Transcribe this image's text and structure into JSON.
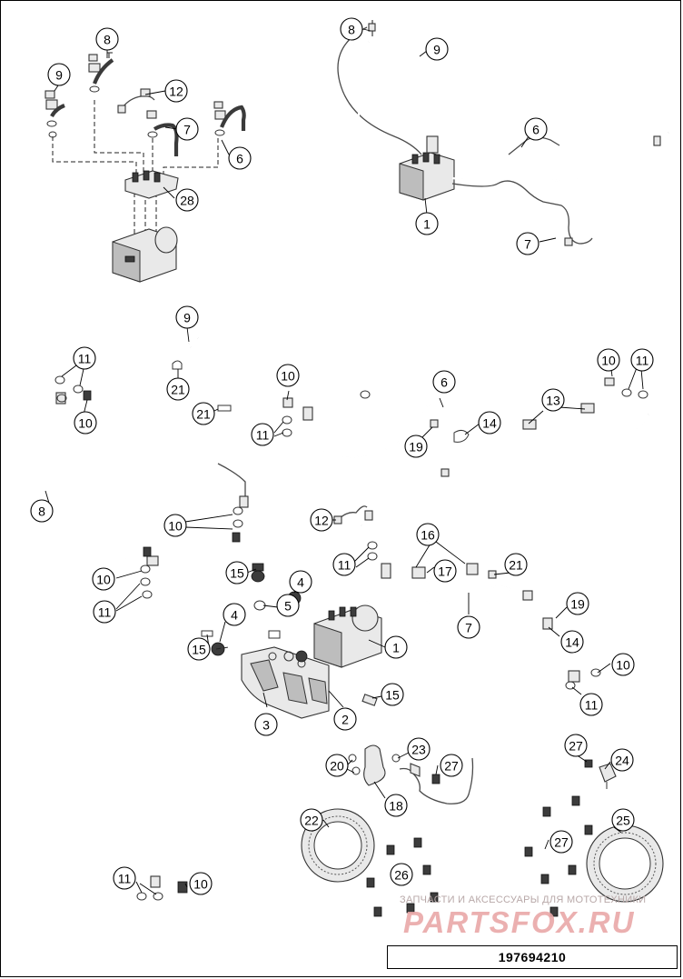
{
  "diagram": {
    "callouts": [
      {
        "id": "c-top-8",
        "label": "8"
      },
      {
        "id": "c-top-9",
        "label": "9"
      },
      {
        "id": "c-top-12",
        "label": "12"
      },
      {
        "id": "c-top-7",
        "label": "7"
      },
      {
        "id": "c-top-6",
        "label": "6"
      },
      {
        "id": "c-top-28",
        "label": "28"
      },
      {
        "id": "c-tr-8",
        "label": "8"
      },
      {
        "id": "c-tr-9",
        "label": "9"
      },
      {
        "id": "c-tr-6",
        "label": "6"
      },
      {
        "id": "c-tr-1",
        "label": "1"
      },
      {
        "id": "c-tr-7",
        "label": "7"
      },
      {
        "id": "c-m-9",
        "label": "9"
      },
      {
        "id": "c-m-11a",
        "label": "11"
      },
      {
        "id": "c-m-10a",
        "label": "10"
      },
      {
        "id": "c-m-21a",
        "label": "21"
      },
      {
        "id": "c-m-21b",
        "label": "21"
      },
      {
        "id": "c-m-8",
        "label": "8"
      },
      {
        "id": "c-m-10b",
        "label": "10"
      },
      {
        "id": "c-m-10c",
        "label": "10"
      },
      {
        "id": "c-m-11b",
        "label": "11"
      },
      {
        "id": "c-m-10d",
        "label": "10"
      },
      {
        "id": "c-m-11c",
        "label": "11"
      },
      {
        "id": "c-m-6",
        "label": "6"
      },
      {
        "id": "c-m-19a",
        "label": "19"
      },
      {
        "id": "c-m-14a",
        "label": "14"
      },
      {
        "id": "c-m-13",
        "label": "13"
      },
      {
        "id": "c-m-10e",
        "label": "10"
      },
      {
        "id": "c-m-11d",
        "label": "11"
      },
      {
        "id": "c-l-15a",
        "label": "15"
      },
      {
        "id": "c-l-4a",
        "label": "4"
      },
      {
        "id": "c-l-5",
        "label": "5"
      },
      {
        "id": "c-l-4b",
        "label": "4"
      },
      {
        "id": "c-l-15b",
        "label": "15"
      },
      {
        "id": "c-l-1",
        "label": "1"
      },
      {
        "id": "c-l-15c",
        "label": "15"
      },
      {
        "id": "c-l-3",
        "label": "3"
      },
      {
        "id": "c-l-2",
        "label": "2"
      },
      {
        "id": "c-r-12",
        "label": "12"
      },
      {
        "id": "c-r-16",
        "label": "16"
      },
      {
        "id": "c-r-11a",
        "label": "11"
      },
      {
        "id": "c-r-17",
        "label": "17"
      },
      {
        "id": "c-r-21",
        "label": "21"
      },
      {
        "id": "c-r-7",
        "label": "7"
      },
      {
        "id": "c-r-19",
        "label": "19"
      },
      {
        "id": "c-r-14",
        "label": "14"
      },
      {
        "id": "c-r-10",
        "label": "10"
      },
      {
        "id": "c-r-11b",
        "label": "11"
      },
      {
        "id": "c-b-20",
        "label": "20"
      },
      {
        "id": "c-b-23",
        "label": "23"
      },
      {
        "id": "c-b-27a",
        "label": "27"
      },
      {
        "id": "c-b-18",
        "label": "18"
      },
      {
        "id": "c-b-27b",
        "label": "27"
      },
      {
        "id": "c-b-24",
        "label": "24"
      },
      {
        "id": "c-b-22",
        "label": "22"
      },
      {
        "id": "c-b-25",
        "label": "25"
      },
      {
        "id": "c-b-27c",
        "label": "27"
      },
      {
        "id": "c-b-26",
        "label": "26"
      },
      {
        "id": "c-bl-11",
        "label": "11"
      },
      {
        "id": "c-bl-10",
        "label": "10"
      }
    ]
  },
  "watermark": {
    "caption": "ЗАПЧАСТИ И АКСЕССУАРЫ ДЛЯ МОТОТЕХНИКИ",
    "logo": "PARTSFOX.RU"
  },
  "drawing_code": "197694210",
  "colors": {
    "line": "#333333",
    "watermark": "#e9a8a8",
    "border": "#000000"
  }
}
